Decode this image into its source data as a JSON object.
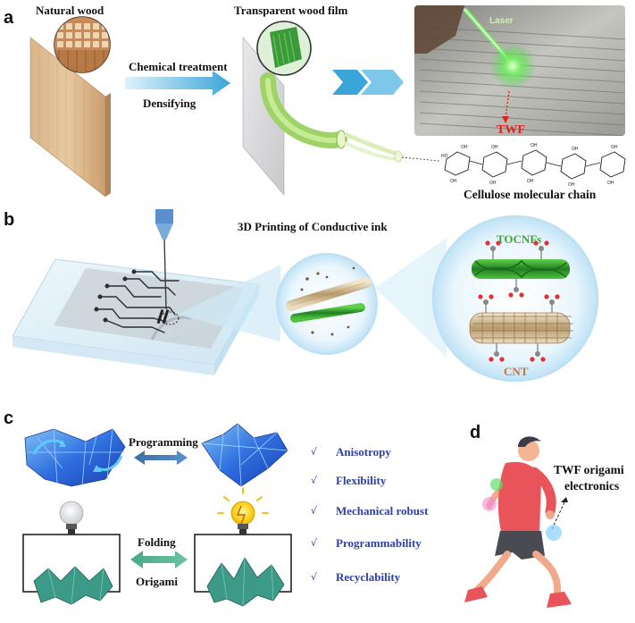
{
  "panels": {
    "a": {
      "letter": "a",
      "natural_wood": "Natural wood",
      "transparent_wood_film": "Transparent wood film",
      "step1": "Chemical treatment",
      "step2": "Densifying",
      "laser": "Laser",
      "twf": "TWF",
      "cellulose": "Cellulose molecular chain"
    },
    "b": {
      "letter": "b",
      "title": "3D Printing of Conductive ink",
      "tocnfs": "TOCNFs",
      "cnt": "CNT"
    },
    "c": {
      "letter": "c",
      "programming": "Programming",
      "folding": "Folding",
      "origami": "Origami",
      "properties": [
        "Anisotropy",
        "Flexibility",
        "Mechanical robust",
        "Programmability",
        "Recyclability"
      ],
      "check": "√"
    },
    "d": {
      "letter": "d",
      "label_line1": "TWF origami",
      "label_line2": "electronics"
    }
  },
  "colors": {
    "arrow_blue": "#4fb3e0",
    "tocnf_green": "#3aa835",
    "cnt_brown": "#c0773a",
    "twf_red": "#e02020",
    "prop_blue": "#2d3fa8"
  }
}
